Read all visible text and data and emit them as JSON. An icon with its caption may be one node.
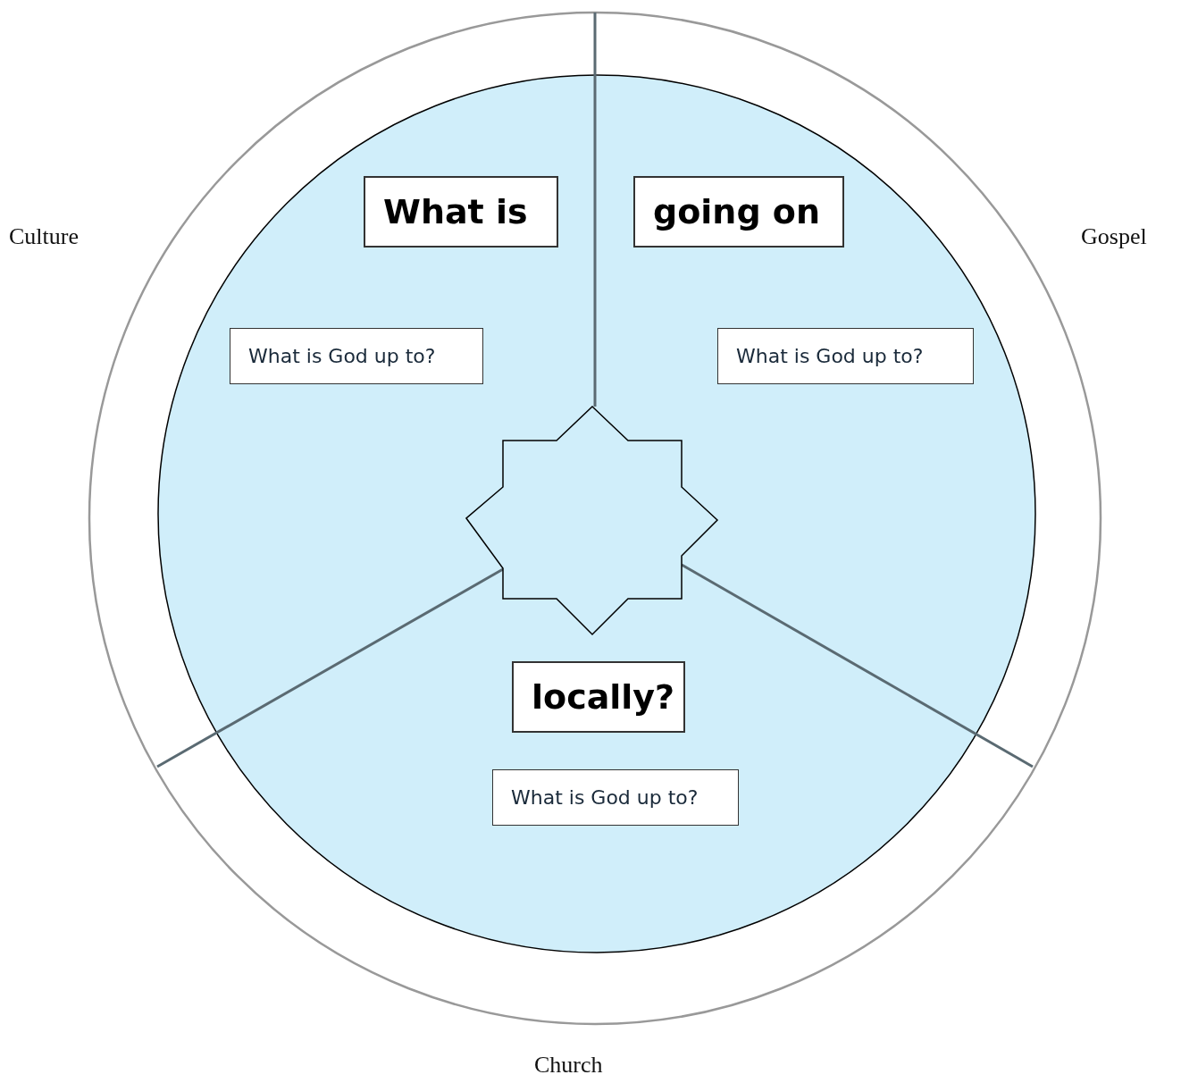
{
  "diagram": {
    "nodes": [
      {
        "text": [
          "What is"
        ]
      },
      {
        "text": [
          "going on"
        ]
      },
      {
        "text": [
          "What is God up to?"
        ]
      },
      {
        "text": [
          "What is God up to?"
        ]
      },
      {
        "text": [],
        "shape": "star"
      },
      {
        "text": [
          "locally?"
        ]
      },
      {
        "text": [
          "What is God up to?"
        ]
      }
    ],
    "labels": [
      "Culture",
      "Gospel",
      "Church"
    ]
  }
}
